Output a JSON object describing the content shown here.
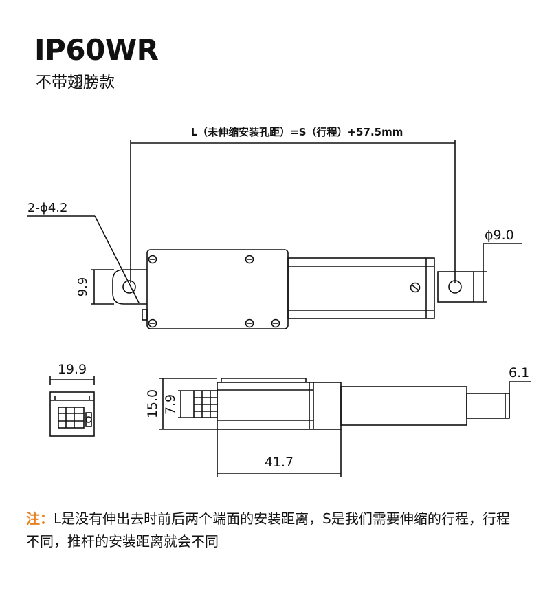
{
  "header": {
    "title": "IP60WR",
    "subtitle": "不带翅膀款"
  },
  "drawing": {
    "top_view": {
      "length_formula": "L（未伸缩安装孔距）=S（行程）+57.5mm",
      "hole_spec": "2-ϕ4.2",
      "rod_diameter": "ϕ9.0",
      "bracket_height": "9.9"
    },
    "end_view": {
      "width": "19.9"
    },
    "side_view": {
      "height": "15.0",
      "inner_height": "7.9",
      "rod_end": "6.1",
      "body_length": "41.7"
    }
  },
  "note": {
    "label": "注：",
    "text": "L是没有伸出去时前后两个端面的安装距离，S是我们需要伸缩的行程，行程不同，推杆的安装距离就会不同"
  }
}
